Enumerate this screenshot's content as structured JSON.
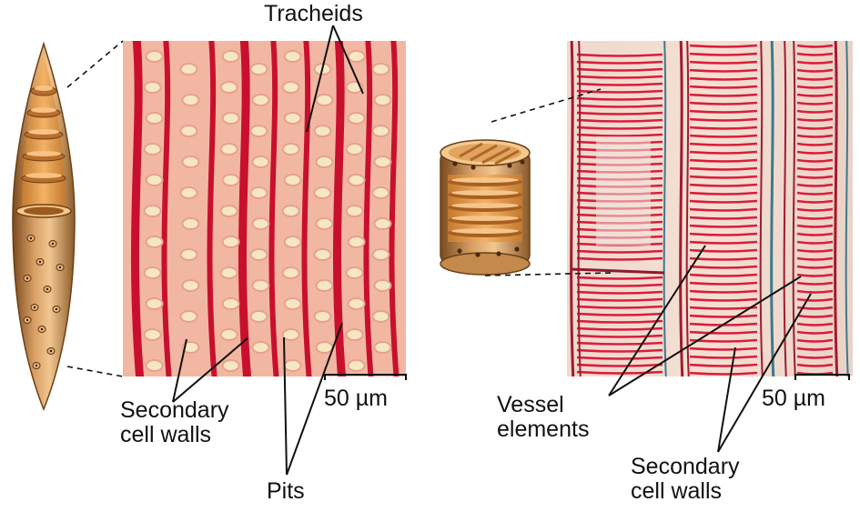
{
  "labels": {
    "tracheids": "Tracheids",
    "secondary_left_line1": "Secondary",
    "secondary_left_line2": "cell walls",
    "pits": "Pits",
    "scale_left": "50 µm",
    "vessel_line1": "Vessel",
    "vessel_line2": "elements",
    "secondary_right_line1": "Secondary",
    "secondary_right_line2": "cell walls",
    "scale_right": "50 µm"
  },
  "colors": {
    "micrograph_bg": "#f2b7a2",
    "cell_wall": "#c8102e",
    "pit": "#f6e7c3",
    "vessel_ring": "#d81e3a",
    "xylem_cell_tan": "#d9a066",
    "xylem_cell_dark": "#8a5a2a",
    "xylem_cell_light": "#f4c48c"
  }
}
